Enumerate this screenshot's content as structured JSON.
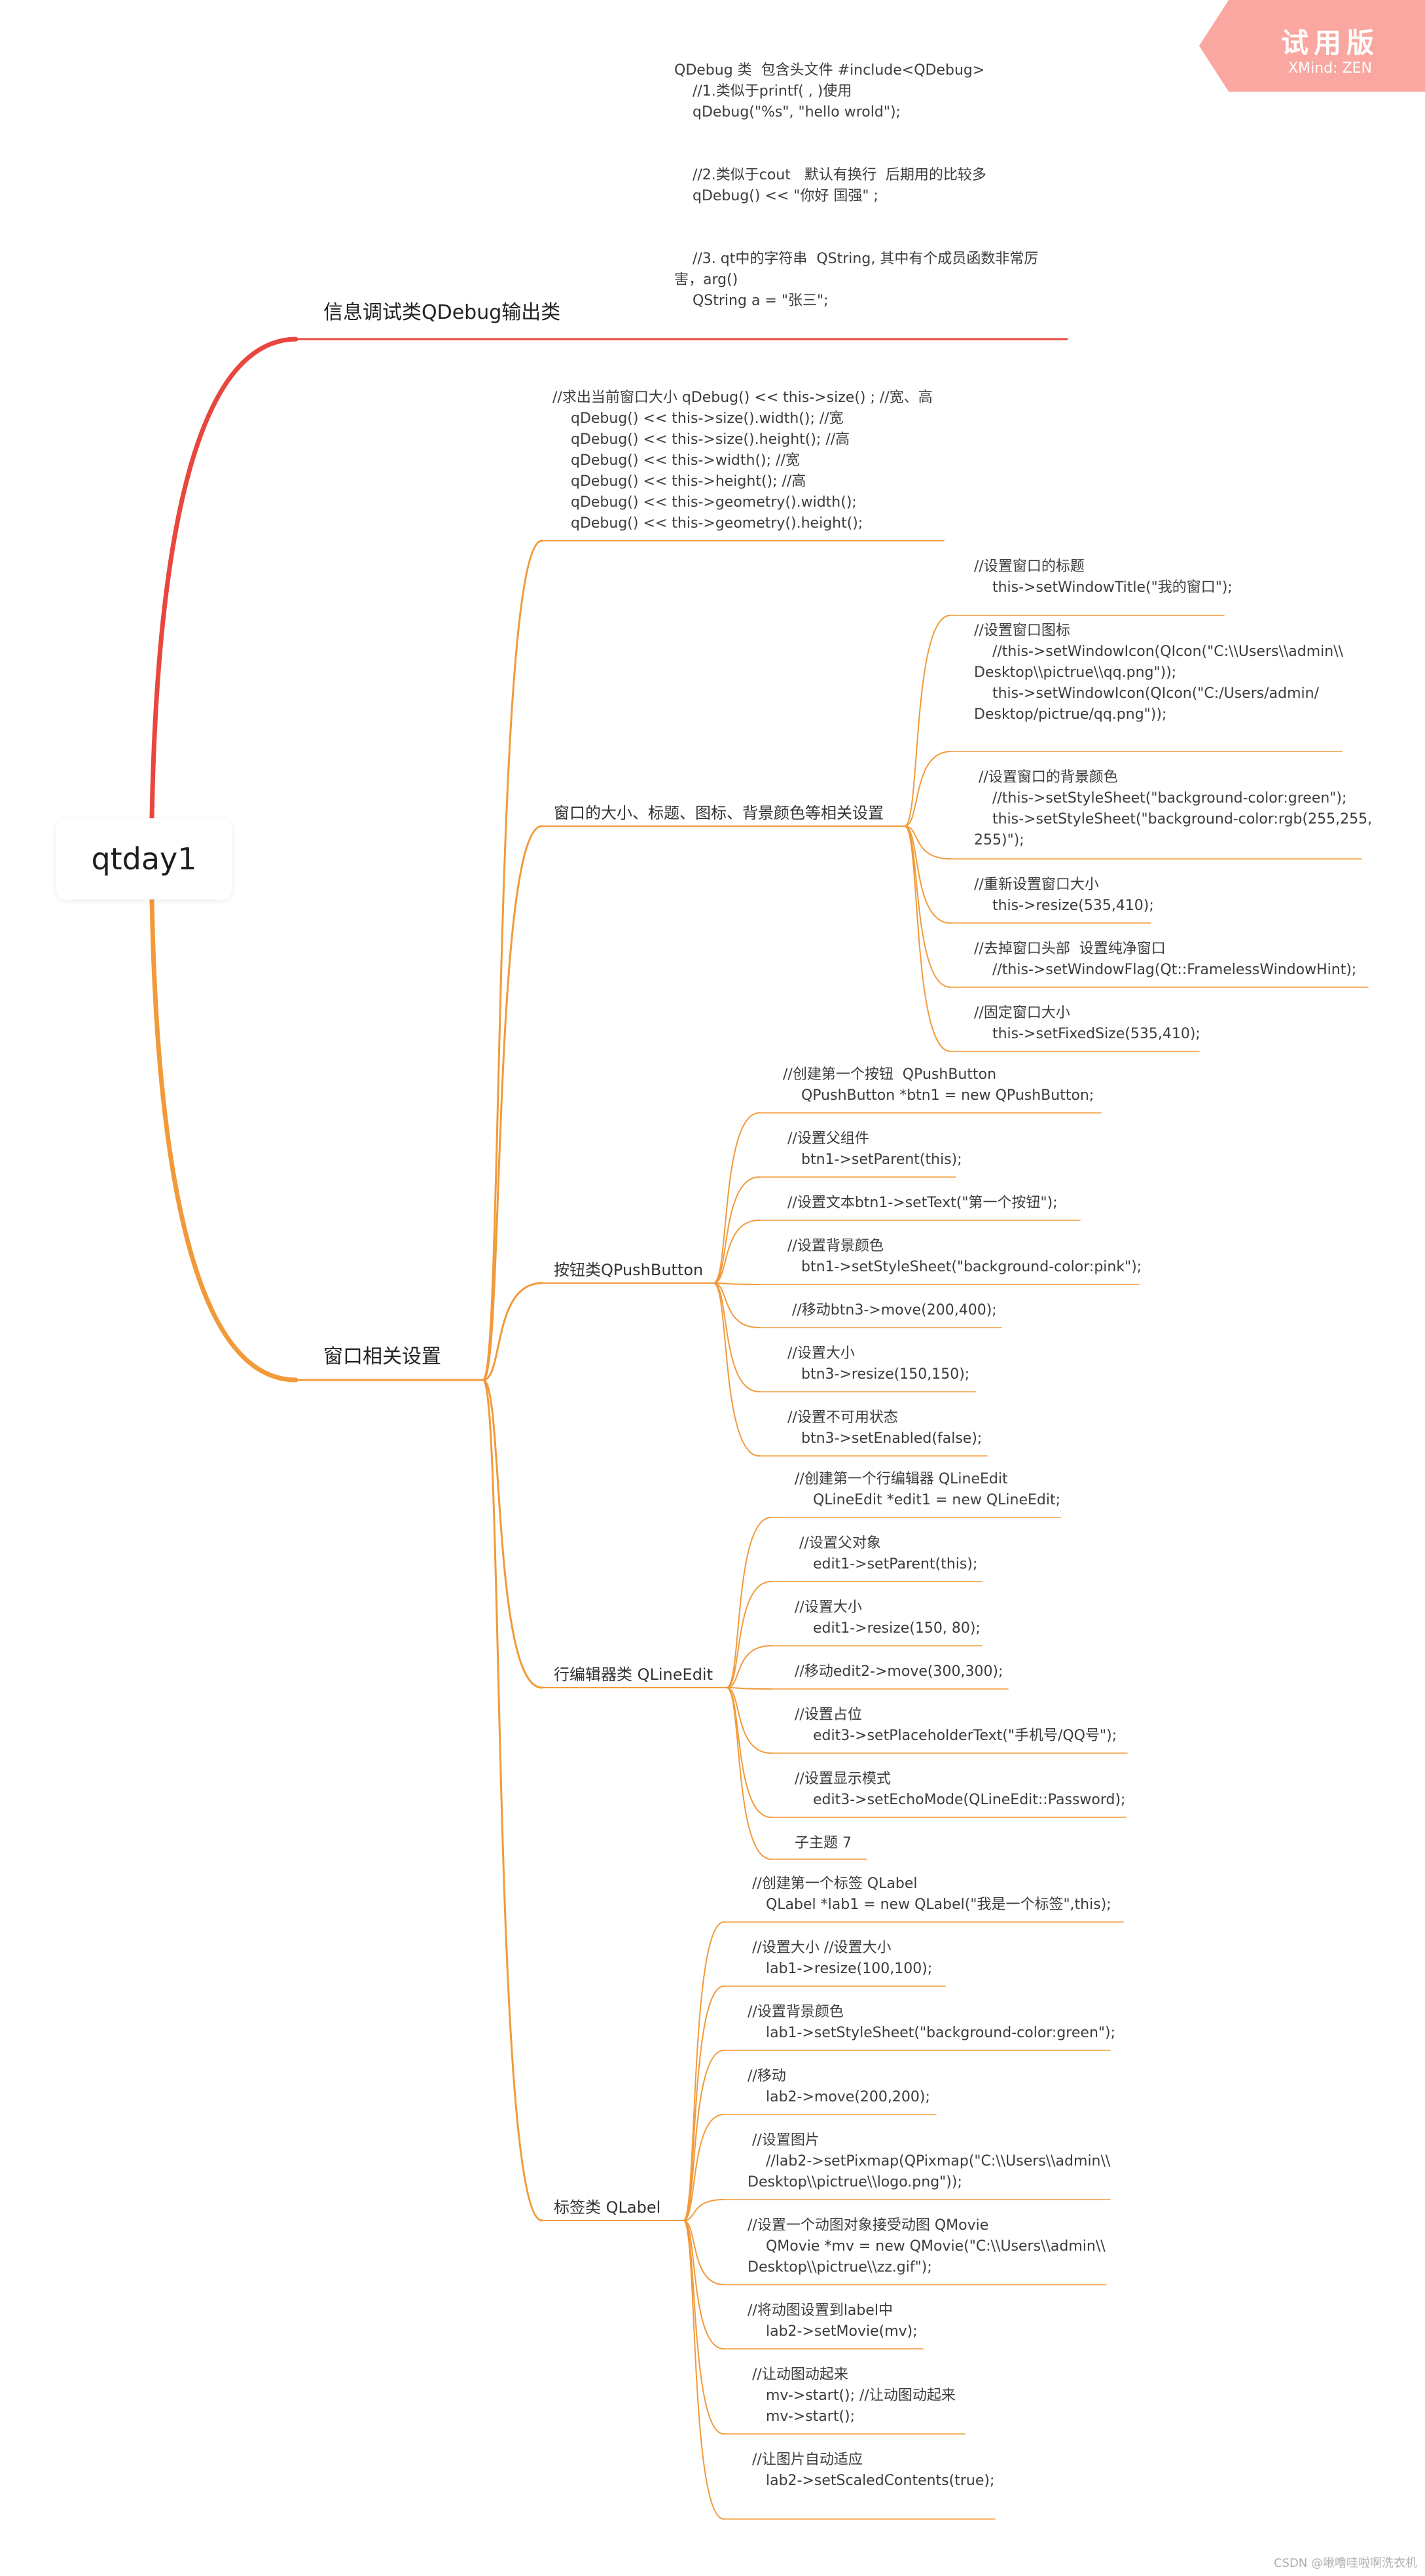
{
  "root": "qtday1",
  "ribbon": {
    "title": "试用版",
    "subtitle": "XMind: ZEN"
  },
  "watermark": "CSDN @啾噜哇啦啊洗衣机",
  "branch1": {
    "title": "信息调试类QDebug输出类",
    "note": "QDebug 类  包含头文件 #include<QDebug>\n    //1.类似于printf( , )使用\n    qDebug(\"%s\", \"hello wrold\");\n\n\n    //2.类似于cout   默认有换行  后期用的比较多\n    qDebug() << \"你好 国强\" ;\n\n\n    //3. qt中的字符串  QString, 其中有个成员函数非常厉\n害，arg()\n    QString a = \"张三\";"
  },
  "branch2": {
    "title": "窗口相关设置",
    "size_note": "//求出当前窗口大小 qDebug() << this->size() ; //宽、高\n    qDebug() << this->size().width(); //宽\n    qDebug() << this->size().height(); //高\n    qDebug() << this->width(); //宽\n    qDebug() << this->height(); //高\n    qDebug() << this->geometry().width();\n    qDebug() << this->geometry().height();",
    "groups": [
      {
        "title": "窗口的大小、标题、图标、背景颜色等相关设置",
        "items": [
          "//设置窗口的标题\n    this->setWindowTitle(\"我的窗口\");",
          "//设置窗口图标\n    //this->setWindowIcon(QIcon(\"C:\\\\Users\\\\admin\\\\\nDesktop\\\\pictrue\\\\qq.png\"));\n    this->setWindowIcon(QIcon(\"C:/Users/admin/\nDesktop/pictrue/qq.png\"));",
          " //设置窗口的背景颜色\n    //this->setStyleSheet(\"background-color:green\");\n    this->setStyleSheet(\"background-color:rgb(255,255,\n255)\");",
          "//重新设置窗口大小\n    this->resize(535,410);",
          "//去掉窗口头部  设置纯净窗口\n    //this->setWindowFlag(Qt::FramelessWindowHint);",
          "//固定窗口大小\n    this->setFixedSize(535,410);"
        ]
      },
      {
        "title": "按钮类QPushButton",
        "items": [
          "//创建第一个按钮  QPushButton\n    QPushButton *btn1 = new QPushButton;",
          " //设置父组件\n    btn1->setParent(this);",
          " //设置文本btn1->setText(\"第一个按钮\");",
          " //设置背景颜色\n    btn1->setStyleSheet(\"background-color:pink\");",
          "  //移动btn3->move(200,400);",
          " //设置大小\n    btn3->resize(150,150);",
          " //设置不可用状态\n    btn3->setEnabled(false);"
        ]
      },
      {
        "title": "行编辑器类 QLineEdit",
        "items": [
          "//创建第一个行编辑器 QLineEdit\n    QLineEdit *edit1 = new QLineEdit;",
          " //设置父对象\n    edit1->setParent(this);",
          "//设置大小\n    edit1->resize(150, 80);",
          "//移动edit2->move(300,300);",
          "//设置占位\n    edit3->setPlaceholderText(\"手机号/QQ号\");",
          "//设置显示模式\n    edit3->setEchoMode(QLineEdit::Password);",
          "子主题 7"
        ]
      },
      {
        "title": "标签类  QLabel",
        "items": [
          " //创建第一个标签 QLabel\n    QLabel *lab1 = new QLabel(\"我是一个标签\",this);",
          " //设置大小 //设置大小\n    lab1->resize(100,100);",
          "//设置背景颜色\n    lab1->setStyleSheet(\"background-color:green\");",
          "//移动\n    lab2->move(200,200);",
          " //设置图片\n    //lab2->setPixmap(QPixmap(\"C:\\\\Users\\\\admin\\\\\nDesktop\\\\pictrue\\\\logo.png\"));",
          "//设置一个动图对象接受动图 QMovie\n    QMovie *mv = new QMovie(\"C:\\\\Users\\\\admin\\\\\nDesktop\\\\pictrue\\\\zz.gif\");",
          "//将动图设置到label中\n    lab2->setMovie(mv);",
          " //让动图动起来\n    mv->start(); //让动图动起来\n    mv->start();",
          " //让图片自动适应\n    lab2->setScaledContents(true);"
        ]
      }
    ]
  }
}
